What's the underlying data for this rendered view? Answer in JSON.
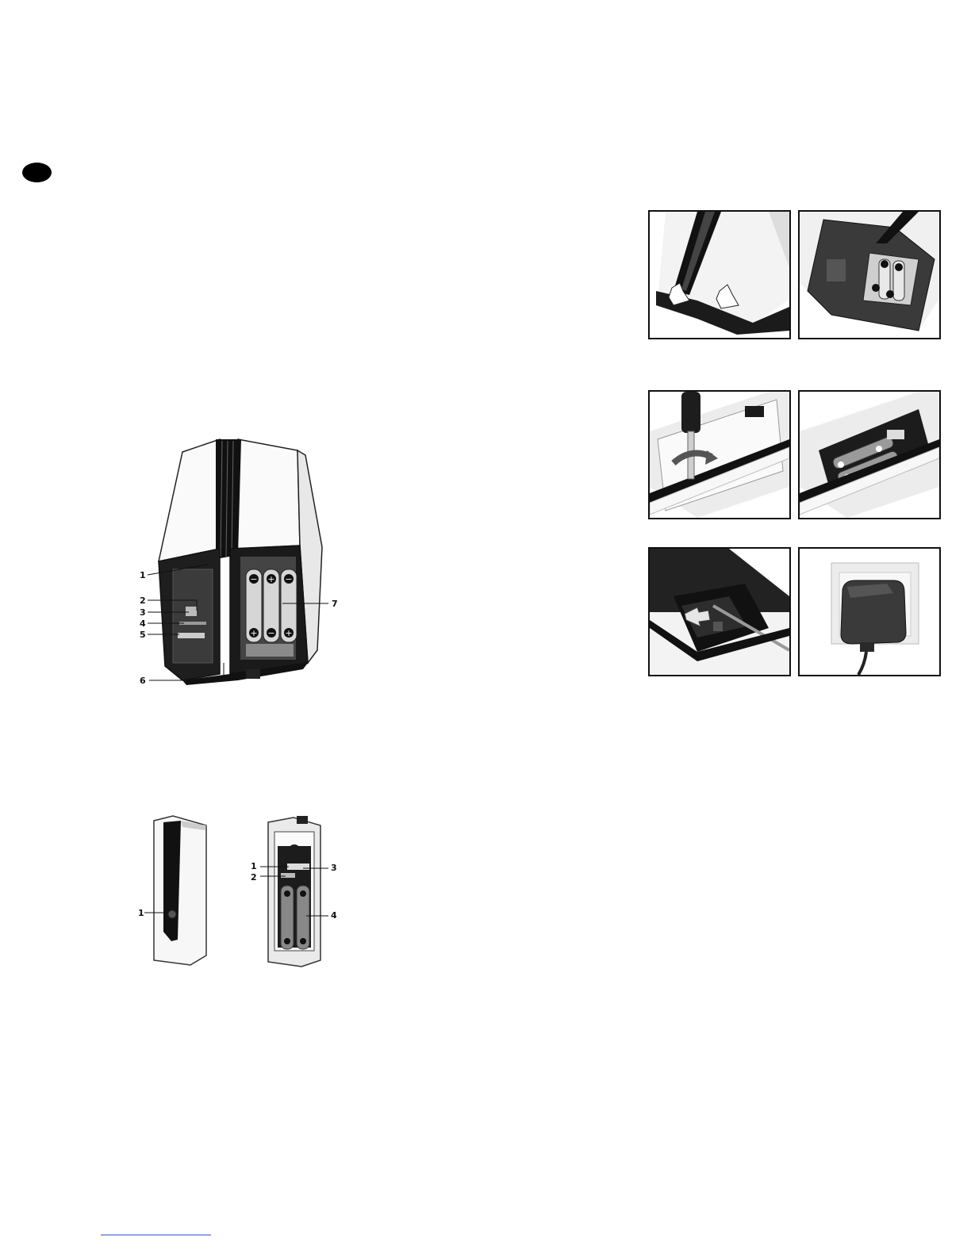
{
  "chime_diagram": {
    "callouts": [
      "1",
      "2",
      "3",
      "4",
      "5",
      "6",
      "7"
    ]
  },
  "push_button_diagram": {
    "front_callouts": [
      "1"
    ],
    "back_callouts": [
      "1",
      "2",
      "3",
      "4"
    ]
  },
  "battery_symbols": {
    "plus": "+",
    "minus": "−"
  },
  "steps": [
    {
      "id": "slide-off-base"
    },
    {
      "id": "open-battery-compartment"
    },
    {
      "id": "unscrew-cover"
    },
    {
      "id": "insert-batteries"
    },
    {
      "id": "insert-plug"
    },
    {
      "id": "mains-adapter"
    }
  ]
}
